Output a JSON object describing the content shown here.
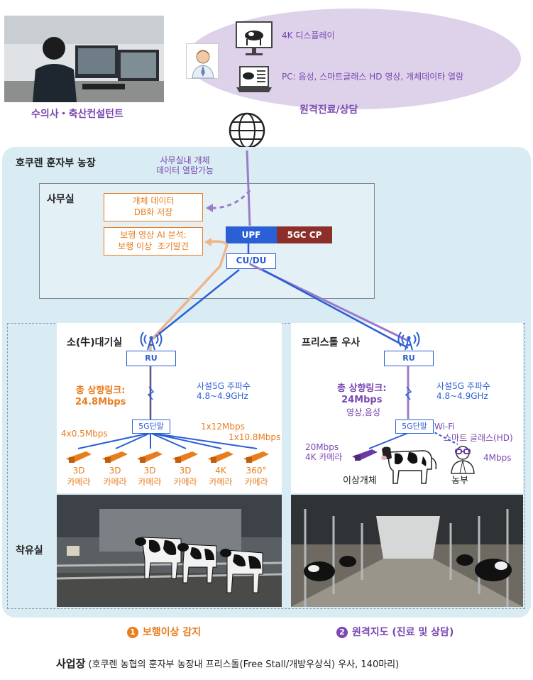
{
  "remote": {
    "display_label": "4K 디스플레이",
    "pc_label": "PC: 음성, 스마트글래스 HD 영상, 개체데이타 열람",
    "caption": "원격진료/상담",
    "vet_caption": "수의사・축산컨설턴트"
  },
  "farm": {
    "title": "호쿠렌 훈자부 농장",
    "office_note": "사무실내 개체\n데이터 열람가능",
    "office_title": "사무실",
    "db_box": "개체 데이터\nDB화 저장",
    "ai_box": "보행 영상 AI 분석:\n보행 이상  조기발견",
    "upf": "UPF",
    "cp": "5GC CP",
    "cudu": "CU/DU",
    "barn_title": "착유실"
  },
  "waiting": {
    "title": "소(牛)대기실",
    "ru": "RU",
    "uplink": "총 상향링크:\n24.8Mbps",
    "freq": "사설5G 주파수\n4.8~4.9GHz",
    "terminal": "5G단말",
    "rate_left": "4x0.5Mbps",
    "rate_right_1": "1x12Mbps",
    "rate_right_2": "1x10.8Mbps",
    "cameras": [
      "3D\n카메라",
      "3D\n카메라",
      "3D\n카메라",
      "3D\n카메라",
      "4K\n카메라",
      "360°\n카메라"
    ]
  },
  "freestall": {
    "title": "프리스톨 우사",
    "ru": "RU",
    "uplink": "총 상향링크:\n24Mbps",
    "uplink_sub": "영상,음성",
    "freq": "사설5G 주파수\n4.8~4.9GHz",
    "terminal": "5G단말",
    "wifi": "Wi-Fi",
    "glass": "스마트 글래스(HD)",
    "glass_rate": "4Mbps",
    "cam_rate": "20Mbps\n4K 카메라",
    "cow_label": "이상개체",
    "farmer_label": "농부"
  },
  "legend": {
    "item1_num": "1",
    "item1": "보행이상 감지",
    "item2_num": "2",
    "item2": "원격지도 (진료 및 상담)"
  },
  "footer": {
    "bold": "사업장",
    "rest": " (호쿠렌 농협의 훈자부 농장내 프리스톨(Free Stall/개방우상식) 우사, 140마리)"
  },
  "colors": {
    "orange": "#e87d1e",
    "purple": "#7a48b0",
    "blue": "#2a5fd6",
    "farm_bg": "#d9ecf4",
    "cloud": "#ddd2ea"
  }
}
